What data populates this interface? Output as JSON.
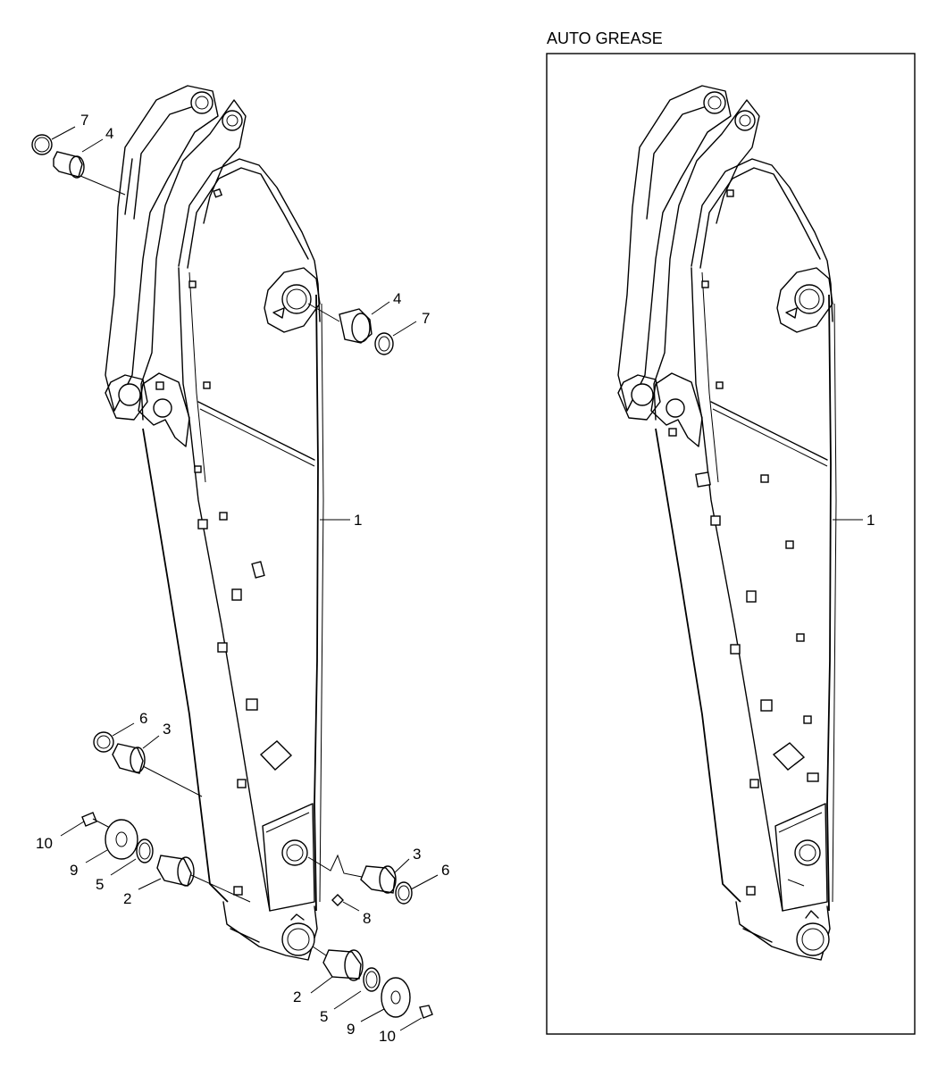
{
  "header": {
    "auto_grease_title": "AUTO GREASE"
  },
  "callouts": {
    "left": {
      "c7a": "7",
      "c4a": "4",
      "c4b": "4",
      "c7b": "7",
      "c1": "1",
      "c6a": "6",
      "c3a": "3",
      "c10a": "10",
      "c9a": "9",
      "c5a": "5",
      "c2a": "2",
      "c3b": "3",
      "c6b": "6",
      "c8": "8",
      "c2b": "2",
      "c5b": "5",
      "c9b": "9",
      "c10b": "10"
    },
    "right": {
      "c1": "1"
    }
  }
}
